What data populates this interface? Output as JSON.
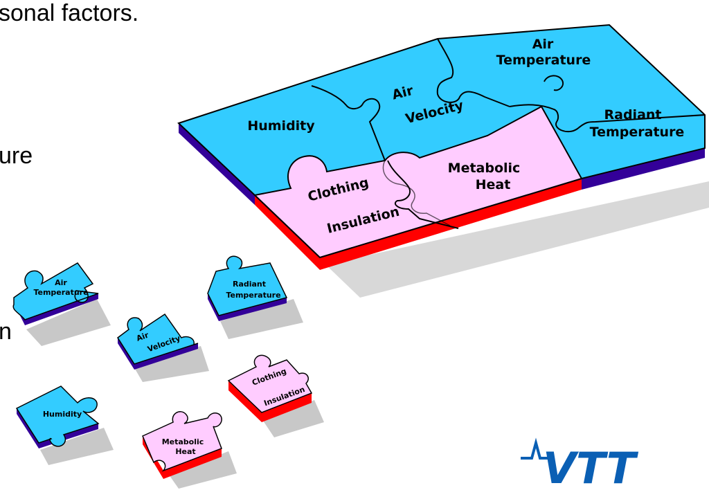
{
  "slide": {
    "text_line1": "sonal factors.",
    "text_line2": "ure",
    "text_line3": "n"
  },
  "board": {
    "pieces": {
      "humidity": "Humidity",
      "air_velocity_1": "Air",
      "air_velocity_2": "Velocity",
      "air_temperature_1": "Air",
      "air_temperature_2": "Temperature",
      "radiant_temperature_1": "Radiant",
      "radiant_temperature_2": "Temperature",
      "metabolic_heat_1": "Metabolic",
      "metabolic_heat_2": "Heat",
      "clothing_insulation_1": "Clothing",
      "clothing_insulation_2": "Insulation"
    }
  },
  "loose_pieces": {
    "air_temperature_1": "Air",
    "air_temperature_2": "Temperature",
    "radiant_temperature_1": "Radiant",
    "radiant_temperature_2": "Temperature",
    "air_velocity_1": "Air",
    "air_velocity_2": "Velocity",
    "clothing_insulation_1": "Clothing",
    "clothing_insulation_2": "Insulation",
    "humidity": "Humidity",
    "metabolic_heat_1": "Metabolic",
    "metabolic_heat_2": "Heat"
  },
  "colors": {
    "environment_piece": "#33CCFF",
    "environment_edge": "#330099",
    "personal_piece": "#FFCCFF",
    "personal_edge": "#FF0000",
    "shadow": "#C8C8C8",
    "logo": "#0A5FB4"
  },
  "logo": {
    "text": "VTT"
  }
}
